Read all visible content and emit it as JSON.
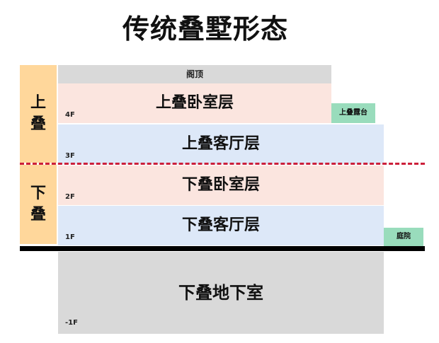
{
  "title": "传统叠墅形态",
  "attic": "阁顶",
  "side_labels": {
    "upper": [
      "上",
      "叠"
    ],
    "lower": [
      "下",
      "叠"
    ]
  },
  "floors": [
    {
      "name": "上叠卧室层",
      "level": "4F"
    },
    {
      "name": "上叠客厅层",
      "level": "3F"
    },
    {
      "name": "下叠卧室层",
      "level": "2F"
    },
    {
      "name": "下叠客厅层",
      "level": "1F"
    }
  ],
  "basement": {
    "name": "下叠地下室",
    "level": "-1F"
  },
  "tags": {
    "terrace": "上叠露台",
    "yard": "庭院"
  },
  "colors": {
    "bedroom": "#fbe5df",
    "living": "#dde8f8",
    "attic": "#d9d9d9",
    "side": "#ffd79b",
    "tag": "#99dcbc",
    "divider": "#cc1f3a"
  }
}
